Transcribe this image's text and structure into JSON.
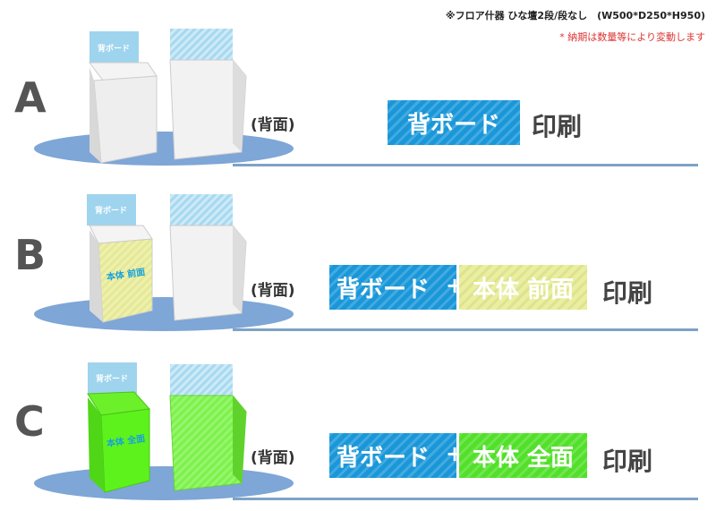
{
  "header": {
    "spec": "※フロア什器 ひな壇2段/段なし　(W500*D250*H950)",
    "note": "* 納期は数量等により変動します"
  },
  "rows": [
    {
      "letter": "A",
      "back_label": "(背面)",
      "board_label": "背ボード",
      "body_label": "",
      "tag_back": "背ボード",
      "tag_body": "",
      "print": "印刷",
      "body_color": "#e8e8e8"
    },
    {
      "letter": "B",
      "back_label": "(背面)",
      "board_label": "背ボード",
      "body_label": "本体 前面",
      "tag_back": "背ボード",
      "plus": "+",
      "tag_body": "本体 前面",
      "print": "印刷",
      "body_color": "#eef2a8"
    },
    {
      "letter": "C",
      "back_label": "(背面)",
      "board_label": "背ボード",
      "body_label": "本体 全面",
      "tag_back": "背ボード",
      "plus": "+",
      "tag_body": "本体 全面",
      "print": "印刷",
      "body_color": "#5ef21c"
    }
  ],
  "colors": {
    "blue": "#1a97d9",
    "yellow": "#e9ef9e",
    "green": "#52e02a",
    "ground": "#7fa2c6",
    "ellipse": "#7ea6d6"
  }
}
